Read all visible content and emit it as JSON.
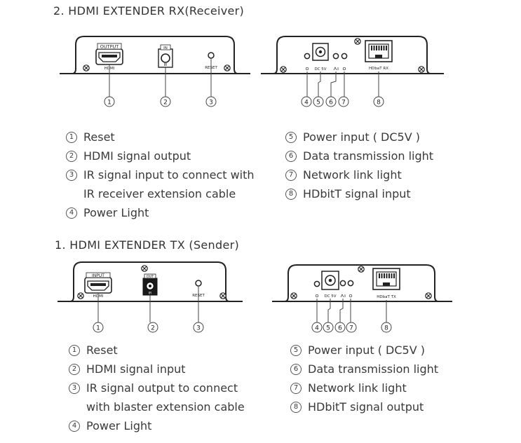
{
  "rx": {
    "title": "2. HDMI EXTENDER RX(Receiver)",
    "front": {
      "port1": "OUTPUT",
      "port1_sub": "HDMI",
      "port2": "IN",
      "port2_sub": "IR",
      "button": "RESET"
    },
    "back": {
      "power_label": "DC 5V",
      "rj45_label": "HDbaT RX"
    },
    "callouts": [
      "1",
      "2",
      "3",
      "4",
      "5",
      "6",
      "7",
      "8"
    ],
    "legend_left": [
      {
        "n": "1",
        "lines": [
          "Reset"
        ]
      },
      {
        "n": "2",
        "lines": [
          "HDMI signal output"
        ]
      },
      {
        "n": "3",
        "lines": [
          "IR signal input to connect with",
          "IR receiver extension cable"
        ]
      },
      {
        "n": "4",
        "lines": [
          "Power Light"
        ]
      }
    ],
    "legend_right": [
      {
        "n": "5",
        "lines": [
          "Power input ( DC5V )"
        ]
      },
      {
        "n": "6",
        "lines": [
          "Data transmission light"
        ]
      },
      {
        "n": "7",
        "lines": [
          "Network link light"
        ]
      },
      {
        "n": "8",
        "lines": [
          "HDbitT signal input"
        ]
      }
    ]
  },
  "tx": {
    "title": "1. HDMI EXTENDER TX (Sender)",
    "front": {
      "port1": "INPUT",
      "port1_sub": "HDMI",
      "port2": "OUT",
      "port2_sub": "IR",
      "button": "RESET"
    },
    "back": {
      "power_label": "DC 5V",
      "rj45_label": "HDbaT TX"
    },
    "callouts": [
      "1",
      "2",
      "3",
      "4",
      "5",
      "6",
      "7",
      "8"
    ],
    "legend_left": [
      {
        "n": "1",
        "lines": [
          "Reset"
        ]
      },
      {
        "n": "2",
        "lines": [
          "HDMI signal input"
        ]
      },
      {
        "n": "3",
        "lines": [
          "IR signal output to connect",
          "with blaster extension cable"
        ]
      },
      {
        "n": "4",
        "lines": [
          "Power Light"
        ]
      }
    ],
    "legend_right": [
      {
        "n": "5",
        "lines": [
          "Power input ( DC5V )"
        ]
      },
      {
        "n": "6",
        "lines": [
          "Data transmission light"
        ]
      },
      {
        "n": "7",
        "lines": [
          "Network link light"
        ]
      },
      {
        "n": "8",
        "lines": [
          "HDbitT signal output"
        ]
      }
    ]
  }
}
